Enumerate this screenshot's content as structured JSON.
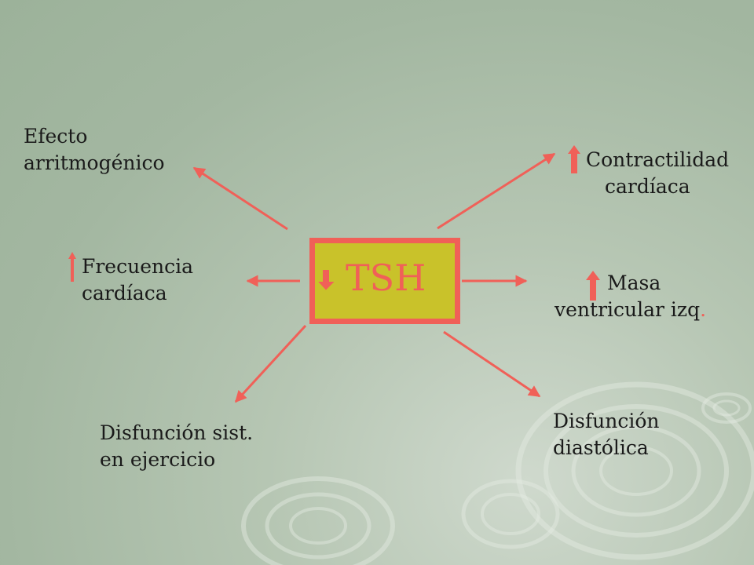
{
  "center": {
    "label": "TSH"
  },
  "effects": {
    "arrhythmogenic": {
      "line1": "Efecto",
      "line2": "arritmogénico"
    },
    "contractility": {
      "line1": "Contractilidad",
      "line2": "cardíaca"
    },
    "heart_rate": {
      "line1": "Frecuencia",
      "line2": "cardíaca"
    },
    "lv_mass": {
      "line1": "Masa",
      "line2": "ventricular izq",
      "suffix": "."
    },
    "systolic": {
      "line1": "Disfunción sist.",
      "line2": "en ejercicio"
    },
    "diastolic": {
      "line1": "Disfunción",
      "line2": "diastólica"
    }
  },
  "colors": {
    "accent": "#f06058",
    "box_fill": "#c9c22a",
    "text": "#1a1a1a",
    "background": "#a3b7a1"
  },
  "icons": [
    "up-arrow-icon",
    "down-arrow-icon"
  ]
}
